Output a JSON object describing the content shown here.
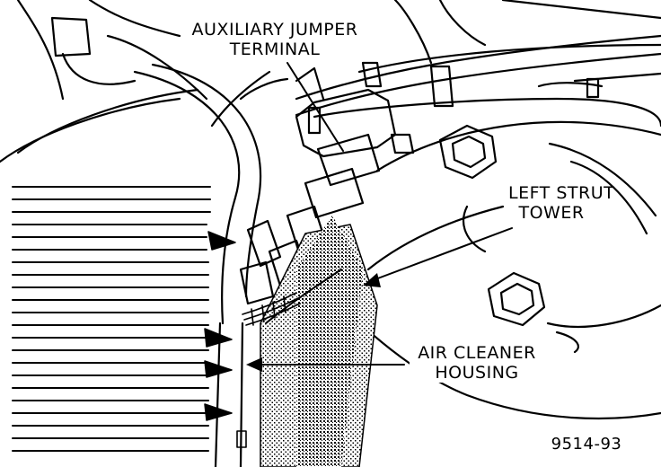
{
  "callouts": {
    "auxiliary_jumper_terminal": [
      "AUXILIARY JUMPER",
      "TERMINAL"
    ],
    "left_strut_tower": [
      "LEFT STRUT",
      "TOWER"
    ],
    "air_cleaner_housing": [
      "AIR CLEANER",
      "HOUSING"
    ]
  },
  "figure_number": "9514-93",
  "colors": {
    "ink": "#000000",
    "paper": "#ffffff"
  }
}
